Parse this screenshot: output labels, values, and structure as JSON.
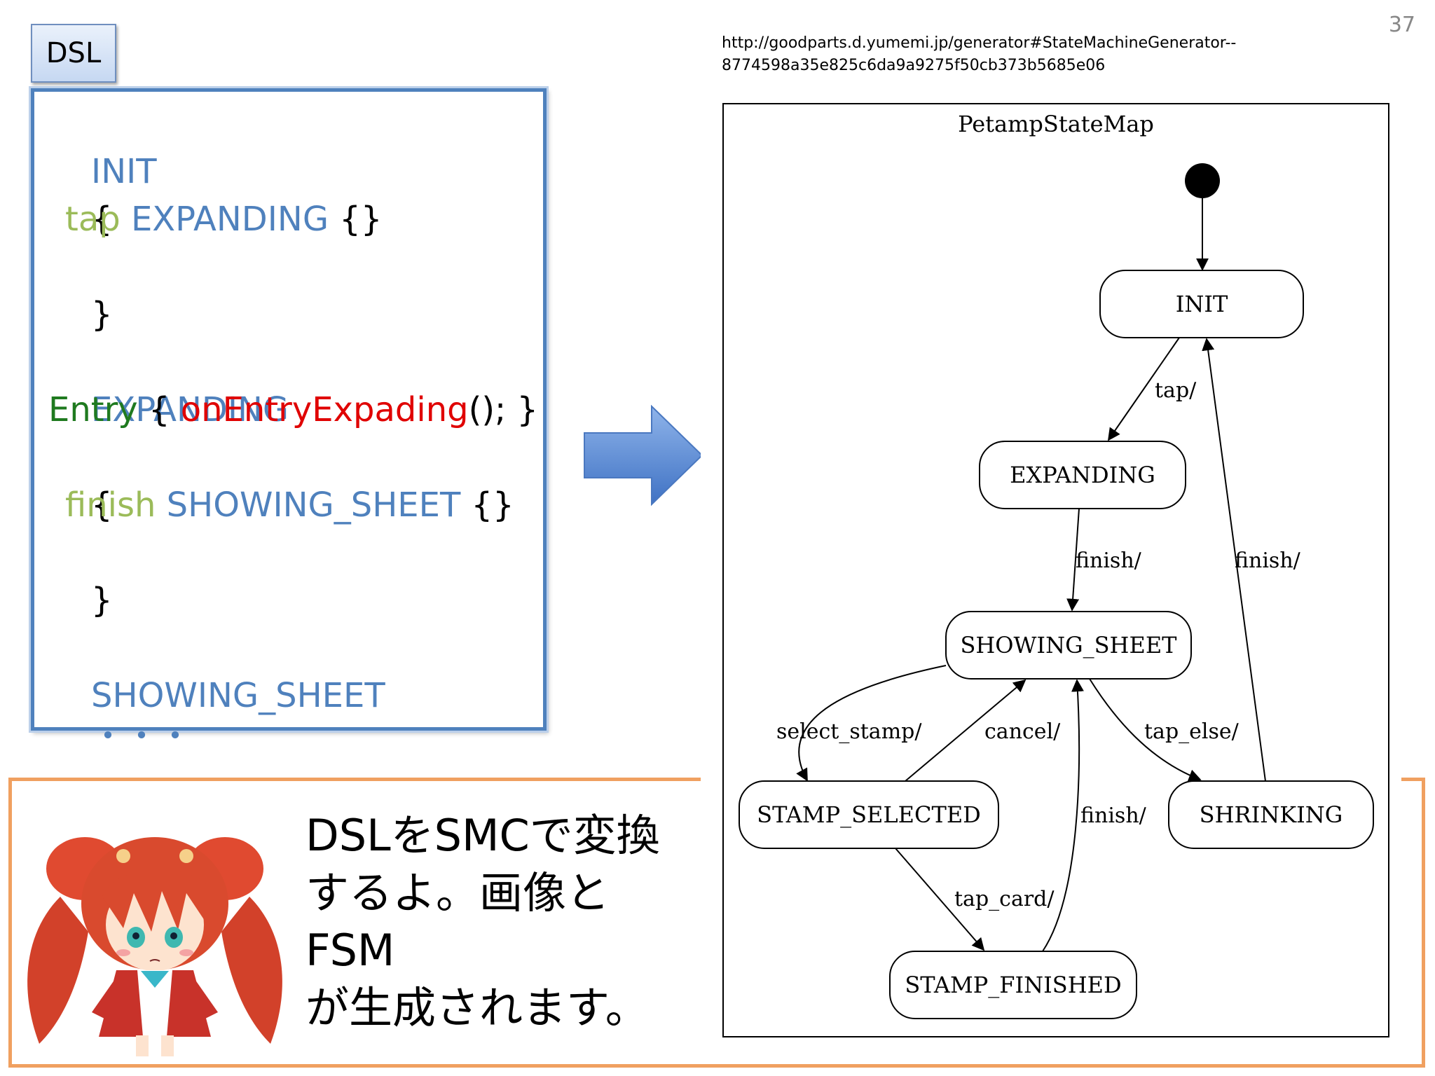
{
  "page_number": "37",
  "dsl": {
    "tab_label": "DSL",
    "lines": {
      "l1": "INIT",
      "l2": "{",
      "l3_event": "tap",
      "l3_state": " EXPANDING",
      "l3_braces": " {}",
      "l4": "}",
      "l5": "EXPANDING",
      "l6_entry": "Entry",
      "l6_open": " { ",
      "l6_action": "onEntryExpading",
      "l6_close": "(); }",
      "l7": "{",
      "l8_event": "finish",
      "l8_state": " SHOWING_SHEET",
      "l8_braces": " {}",
      "l9": "}",
      "l10": "SHOWING_SHEET",
      "l11": "・・・"
    }
  },
  "source_url": {
    "line1": "http://goodparts.d.yumemi.jp/generator#StateMachineGenerator--",
    "line2": "8774598a35e825c6da9a9275f50cb373b5685e06"
  },
  "note": {
    "line1": "DSLをSMCで変換",
    "line2": "するよ。画像とFSM",
    "line3": "が生成されます。"
  },
  "diagram": {
    "title": "PetampStateMap",
    "states": {
      "init": "INIT",
      "expanding": "EXPANDING",
      "showing_sheet": "SHOWING_SHEET",
      "stamp_selected": "STAMP_SELECTED",
      "shrinking": "SHRINKING",
      "stamp_finished": "STAMP_FINISHED"
    },
    "transitions": {
      "init_expanding": "tap/",
      "expanding_showing": "finish/",
      "shrinking_init": "finish/",
      "showing_selected": "select_stamp/",
      "selected_showing": "cancel/",
      "showing_shrinking": "tap_else/",
      "finished_showing": "finish/",
      "selected_finished": "tap_card/"
    }
  },
  "colors": {
    "state_keyword": "#4f81bd",
    "event_keyword": "#9bbb59",
    "entry_keyword": "#1f7a1f",
    "action_name": "#e00000",
    "note_border": "#f0a060",
    "arrow_fill": "#5b8ed6"
  }
}
